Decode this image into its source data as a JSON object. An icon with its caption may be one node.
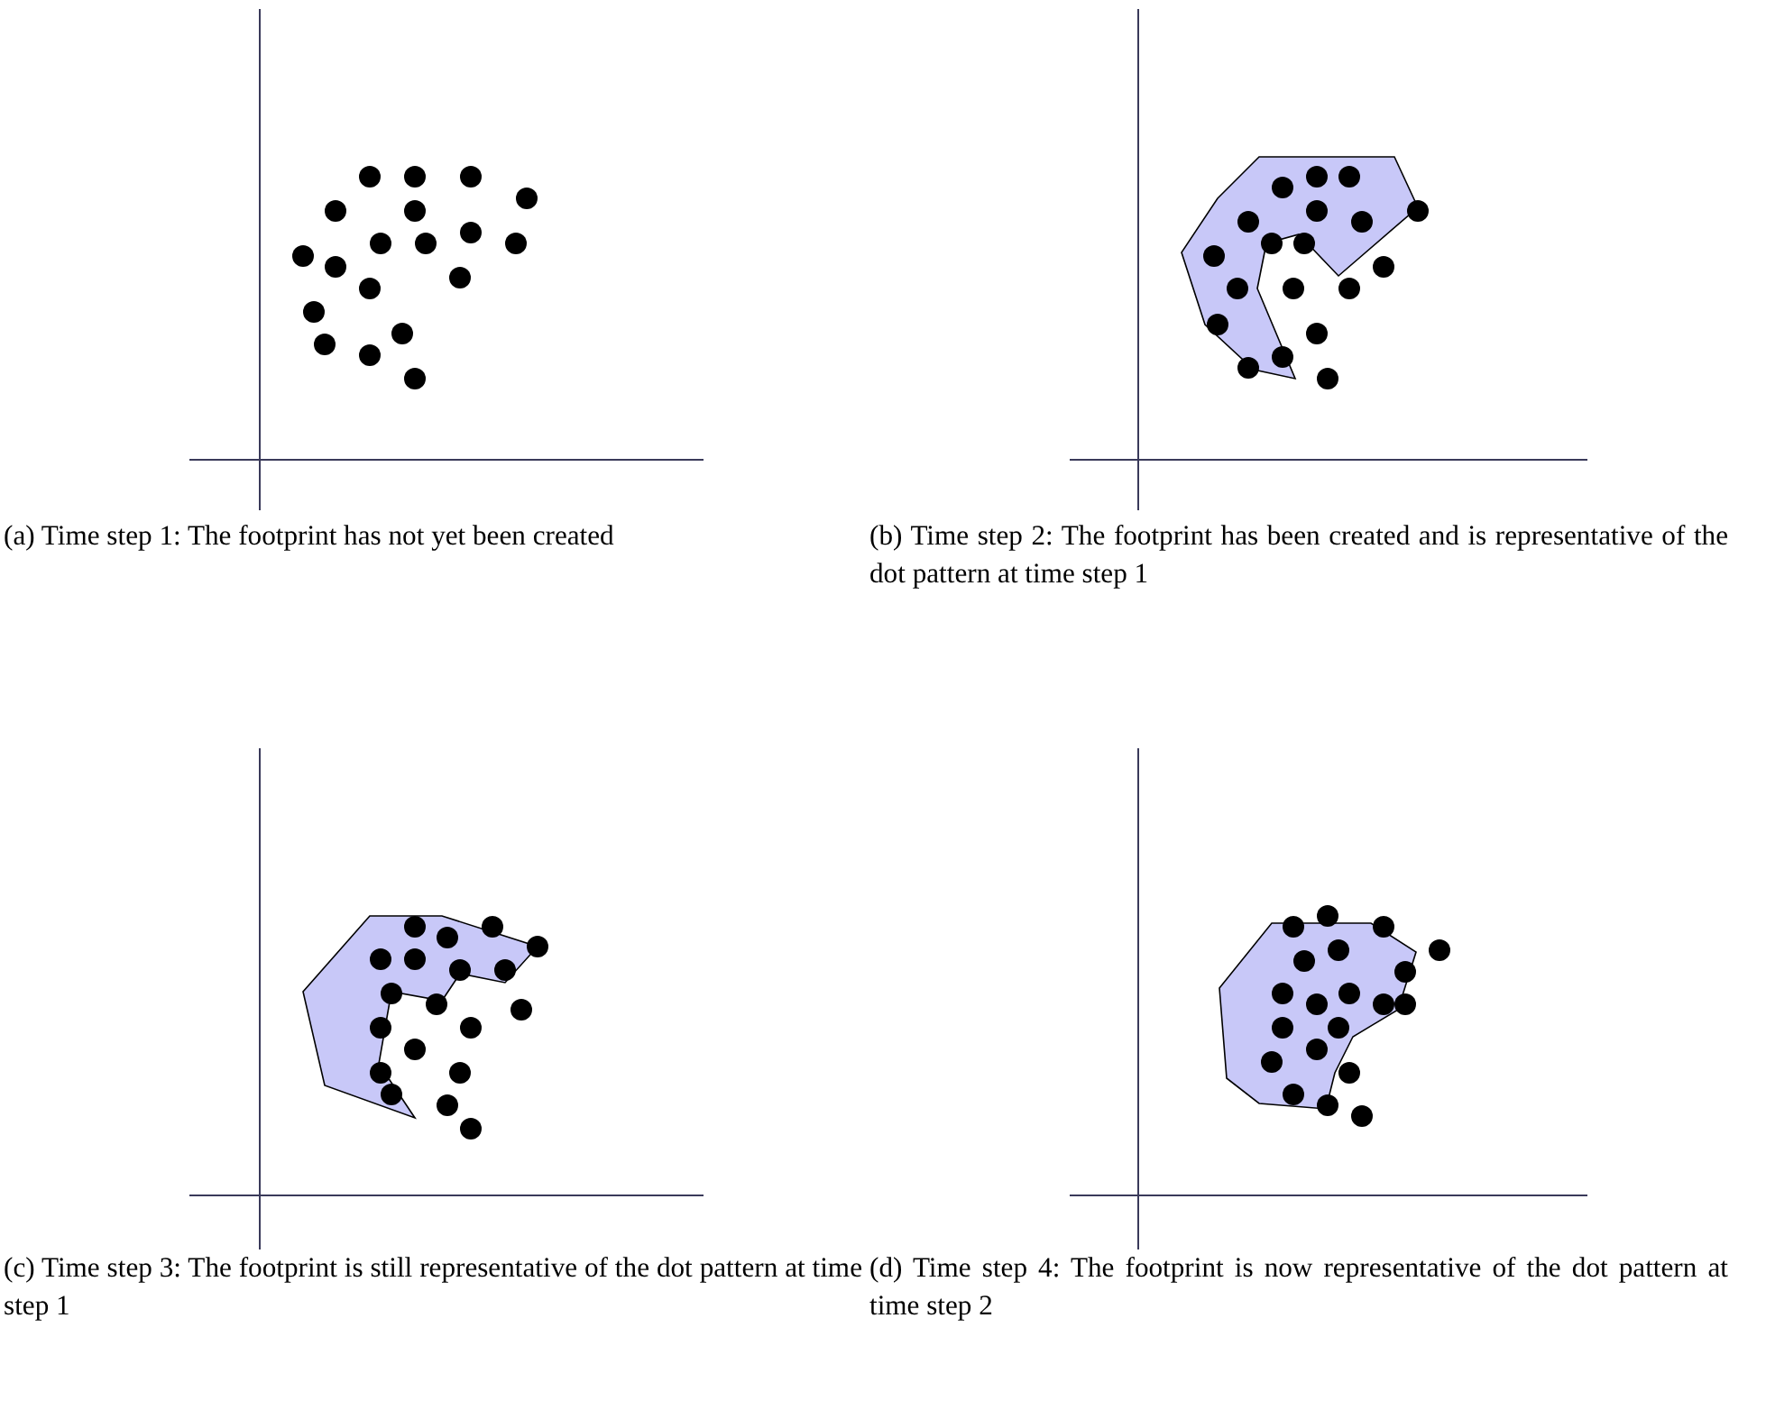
{
  "diagram": {
    "labels": [
      "(a) Time step 1: The footprint has not yet been created",
      "(b) Time step 2: The footprint has been created and is representative of the dot pattern at time step 1",
      "(c) Time step 3: The footprint is still representative of the dot pattern at time step 1",
      "(d) Time step 4: The footprint is now representative of the dot pattern at time step 2"
    ]
  }
}
